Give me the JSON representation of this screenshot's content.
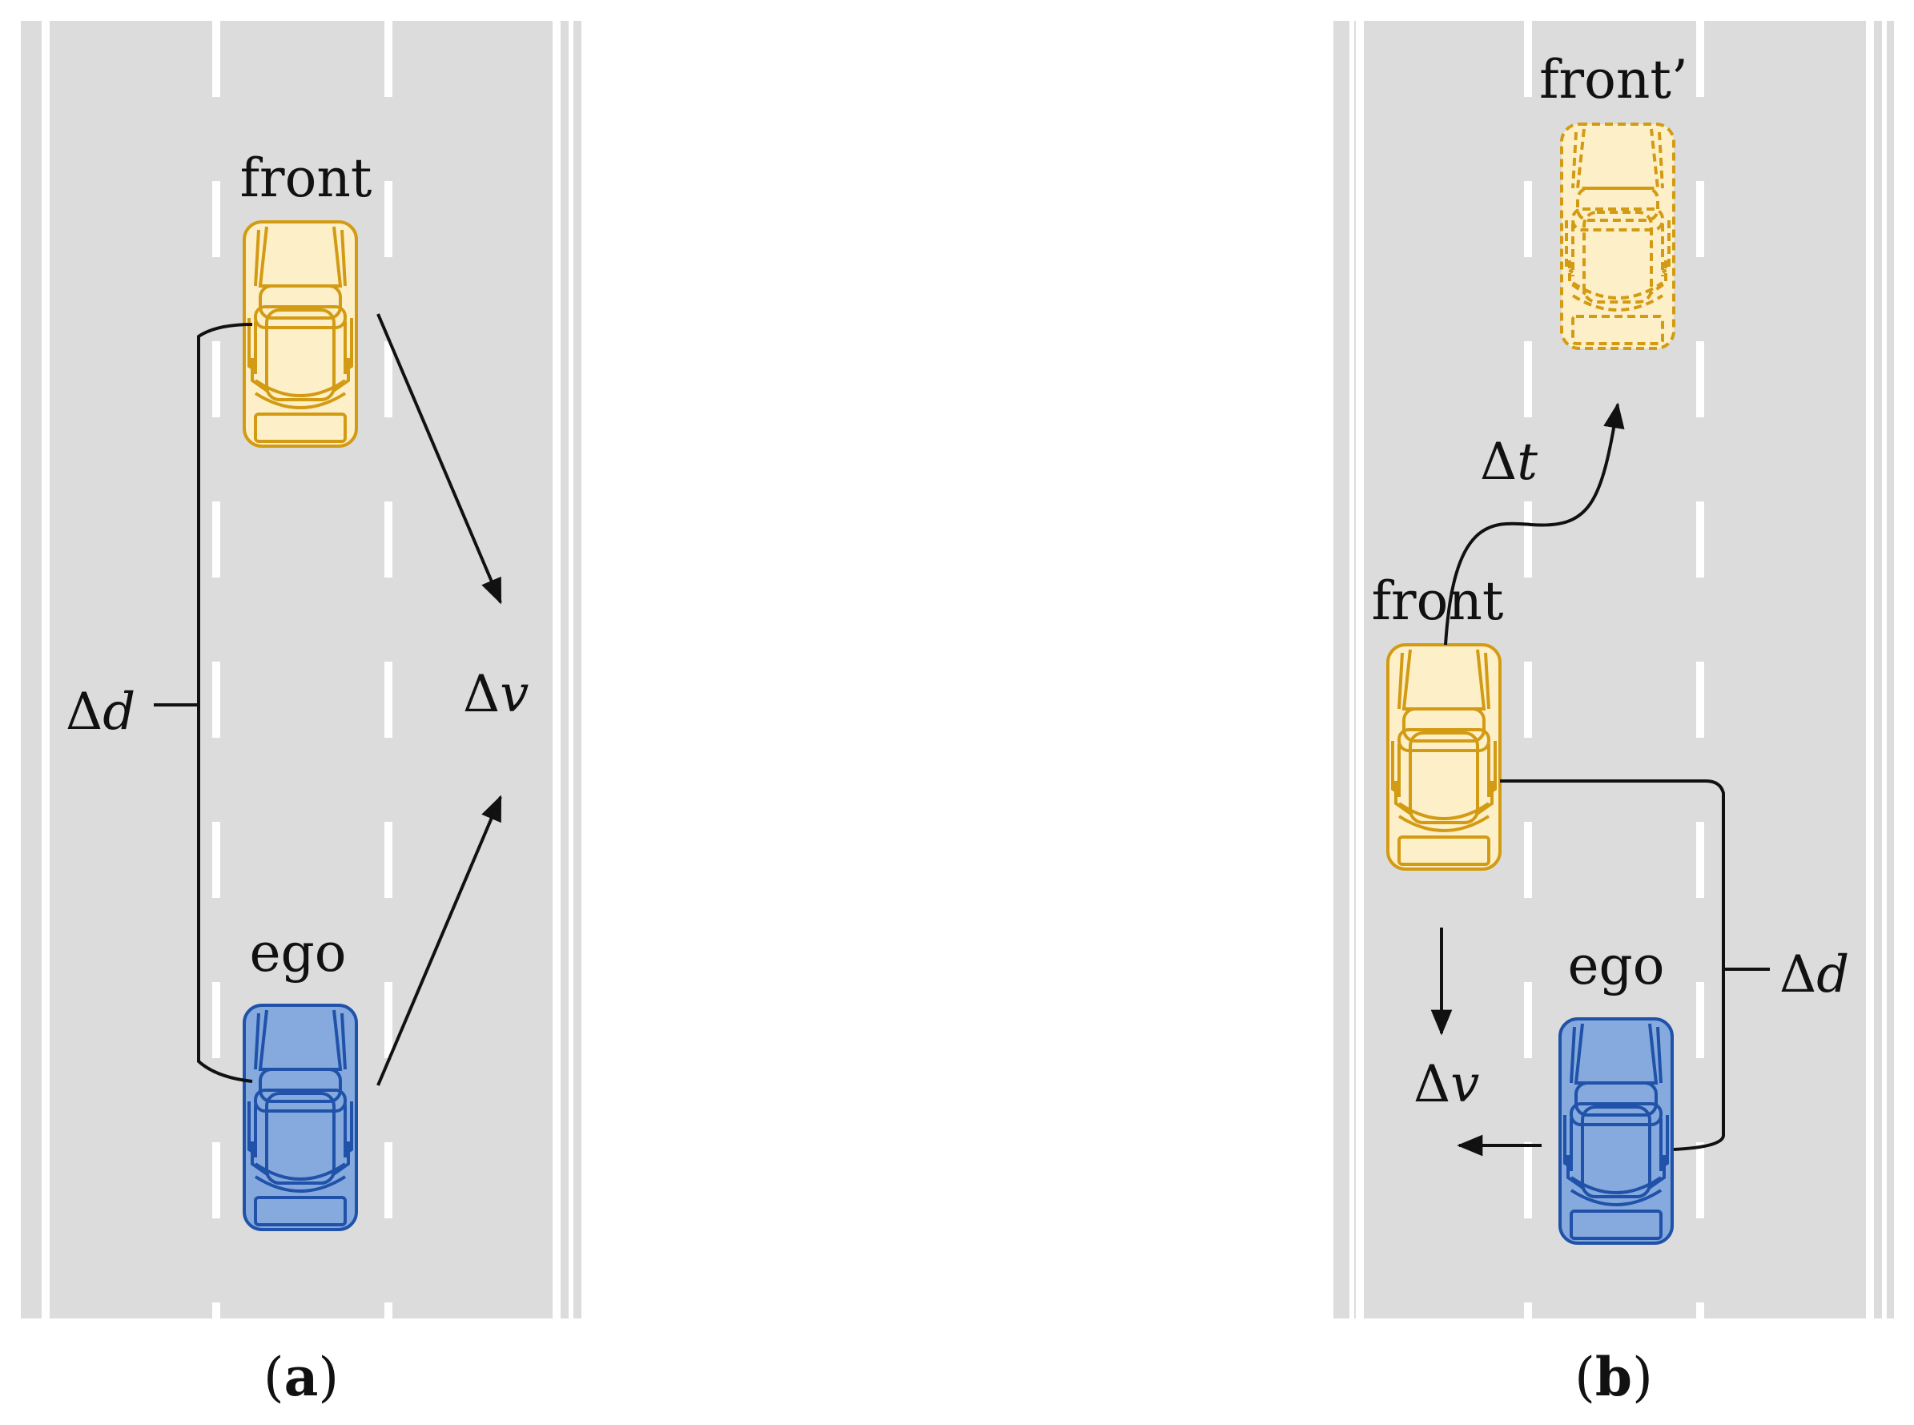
{
  "panel_a": {
    "front_label": "front",
    "ego_label": "ego",
    "delta_d_symbol": "Δ",
    "delta_d_var": "d",
    "delta_v_symbol": "Δ",
    "delta_v_var": "v",
    "caption_open": "(",
    "caption_letter": "a",
    "caption_close": ")"
  },
  "panel_b": {
    "front_future_label": "front’",
    "front_label": "front",
    "ego_label": "ego",
    "delta_t_symbol": "Δ",
    "delta_t_var": "t",
    "delta_d_symbol": "Δ",
    "delta_d_var": "d",
    "delta_v_symbol": "Δ",
    "delta_v_var": "v",
    "caption_open": "(",
    "caption_letter": "b",
    "caption_close": ")"
  },
  "colors": {
    "road": "#dcdcdc",
    "lane_line": "#ffffff",
    "front_fill": "#fdf0c8",
    "front_stroke": "#d39b14",
    "ego_fill": "#86a9de",
    "ego_stroke": "#1f52a8",
    "arrow": "#111111"
  }
}
